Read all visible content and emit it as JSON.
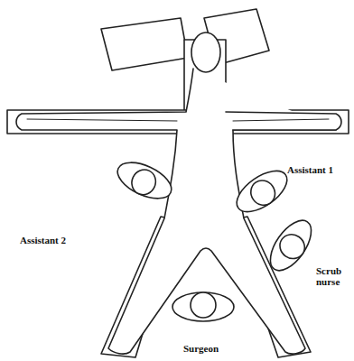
{
  "diagram": {
    "labels": [
      "Assistant 1",
      "Assistant 2",
      "Scrub nurse",
      "Surgeon"
    ]
  }
}
